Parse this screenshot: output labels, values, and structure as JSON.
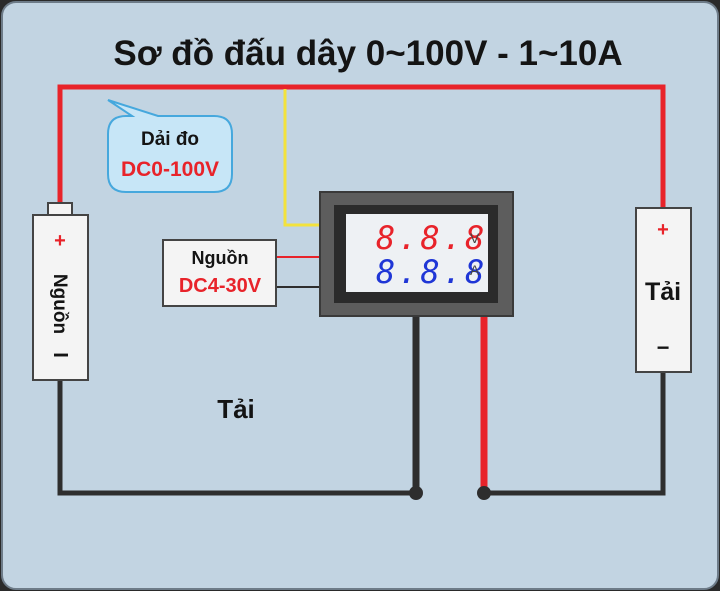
{
  "title": "Sơ đồ đấu dây 0~100V - 1~10A",
  "range_bubble": {
    "line1": "Dải đo",
    "line2": "DC0-100V"
  },
  "power_box": {
    "line1": "Nguồn",
    "line2": "DC4-30V"
  },
  "battery": {
    "plus": "+",
    "label": "Nguồn",
    "minus": "I"
  },
  "load": {
    "plus": "+",
    "label": "Tải",
    "minus": "−"
  },
  "load_text": "Tải",
  "meter": {
    "volt_digits": "8.8.8",
    "volt_unit": "V",
    "amp_digits": "8.8.8",
    "amp_unit": "A"
  },
  "colors": {
    "background": "#c2d4e2",
    "wire_red": "#e8232a",
    "wire_black": "#2e2e2e",
    "wire_yellow": "#f3e23c",
    "bubble_fill": "#c7e6f7",
    "bubble_stroke": "#46a8dd",
    "volt_digits": "#e8232a",
    "amp_digits": "#1f36d6"
  }
}
